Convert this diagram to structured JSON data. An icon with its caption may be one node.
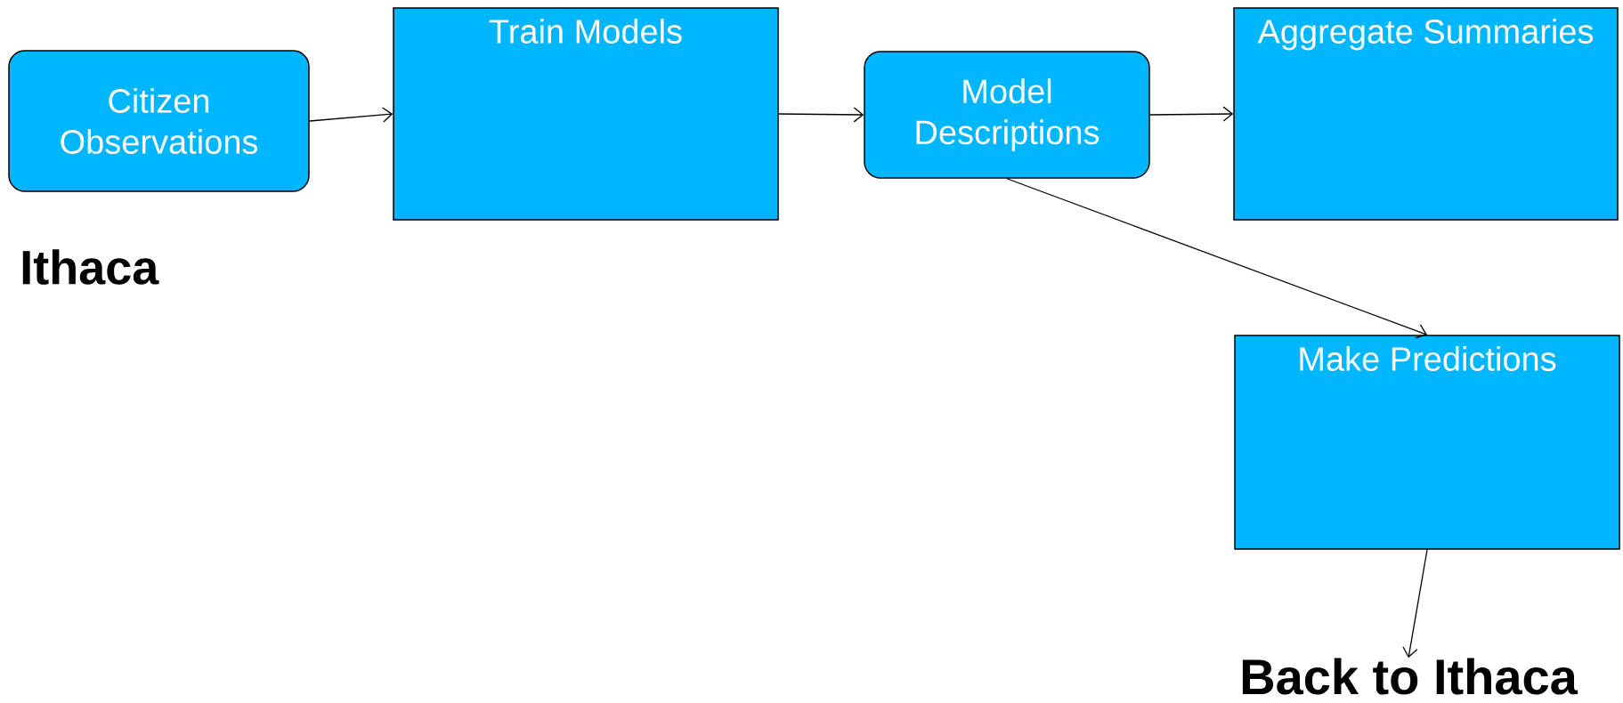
{
  "diagram": {
    "nodes": [
      {
        "text": [
          "Citizen Observations"
        ]
      },
      {
        "text": [
          "Train Models"
        ]
      },
      {
        "text": [
          "Model Descriptions"
        ]
      },
      {
        "text": [
          "Aggregate Summaries"
        ]
      },
      {
        "text": [
          "Make Predictions"
        ]
      },
      {
        "text": [
          "Back to Ithaca"
        ]
      }
    ],
    "edges": [
      {
        "from": 0,
        "to": 1,
        "arrow": "to"
      },
      {
        "from": 1,
        "to": 2,
        "arrow": "to"
      },
      {
        "from": 2,
        "to": 3,
        "arrow": "to"
      },
      {
        "from": 2,
        "to": 4,
        "arrow": "to"
      },
      {
        "from": 4,
        "to": 5,
        "arrow": "to"
      }
    ],
    "labels": [
      "Ithaca"
    ]
  }
}
